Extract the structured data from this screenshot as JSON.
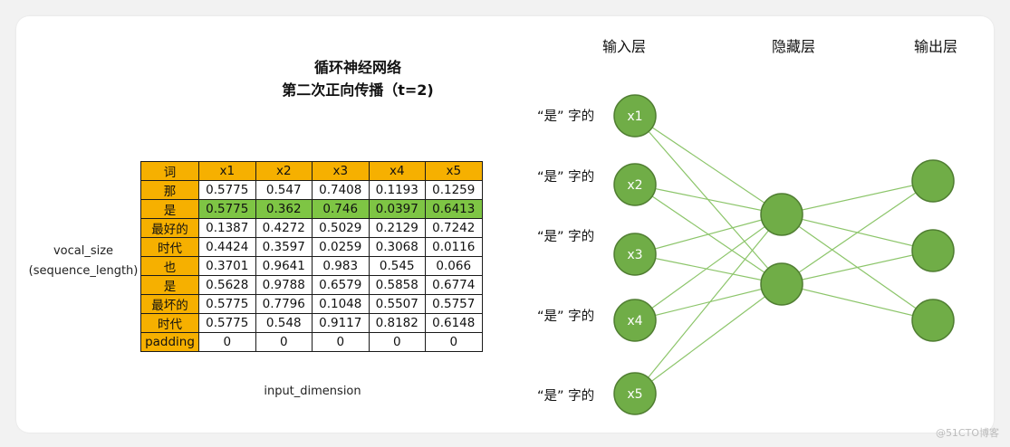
{
  "title": {
    "line1": "循环神经网络",
    "line2": "第二次正向传播（t=2)"
  },
  "side_label": {
    "line1": "vocal_size",
    "line2": "(sequence_length)"
  },
  "bottom_label": "input_dimension",
  "table": {
    "header": [
      "词",
      "x1",
      "x2",
      "x3",
      "x4",
      "x5"
    ],
    "rows": [
      {
        "word": "那",
        "values": [
          "0.5775",
          "0.547",
          "0.7408",
          "0.1193",
          "0.1259"
        ]
      },
      {
        "word": "是",
        "values": [
          "0.5775",
          "0.362",
          "0.746",
          "0.0397",
          "0.6413"
        ]
      },
      {
        "word": "最好的",
        "values": [
          "0.1387",
          "0.4272",
          "0.5029",
          "0.2129",
          "0.7242"
        ]
      },
      {
        "word": "时代",
        "values": [
          "0.4424",
          "0.3597",
          "0.0259",
          "0.3068",
          "0.0116"
        ]
      },
      {
        "word": "也",
        "values": [
          "0.3701",
          "0.9641",
          "0.983",
          "0.545",
          "0.066"
        ]
      },
      {
        "word": "是",
        "values": [
          "0.5628",
          "0.9788",
          "0.6579",
          "0.5858",
          "0.6774"
        ]
      },
      {
        "word": "最坏的",
        "values": [
          "0.5775",
          "0.7796",
          "0.1048",
          "0.5507",
          "0.5757"
        ]
      },
      {
        "word": "时代",
        "values": [
          "0.5775",
          "0.548",
          "0.9117",
          "0.8182",
          "0.6148"
        ]
      },
      {
        "word": "padding",
        "values": [
          "0",
          "0",
          "0",
          "0",
          "0"
        ]
      }
    ],
    "highlight_row": 1
  },
  "network": {
    "layer_titles": [
      "输入层",
      "隐藏层",
      "输出层"
    ],
    "input_labels": [
      "“是”  字的",
      "“是”  字的",
      "“是”  字的",
      "“是”  字的",
      "“是”  字的"
    ],
    "input_nodes": [
      "x1",
      "x2",
      "x3",
      "x4",
      "x5"
    ],
    "hidden_count": 2,
    "output_count": 3
  },
  "colors": {
    "header_fill": "#f6b000",
    "highlight_fill": "#7ec544",
    "node_fill": "#70ad47",
    "node_stroke": "#507e32",
    "edge": "#8cc56a"
  },
  "watermark": "@51CTO博客"
}
